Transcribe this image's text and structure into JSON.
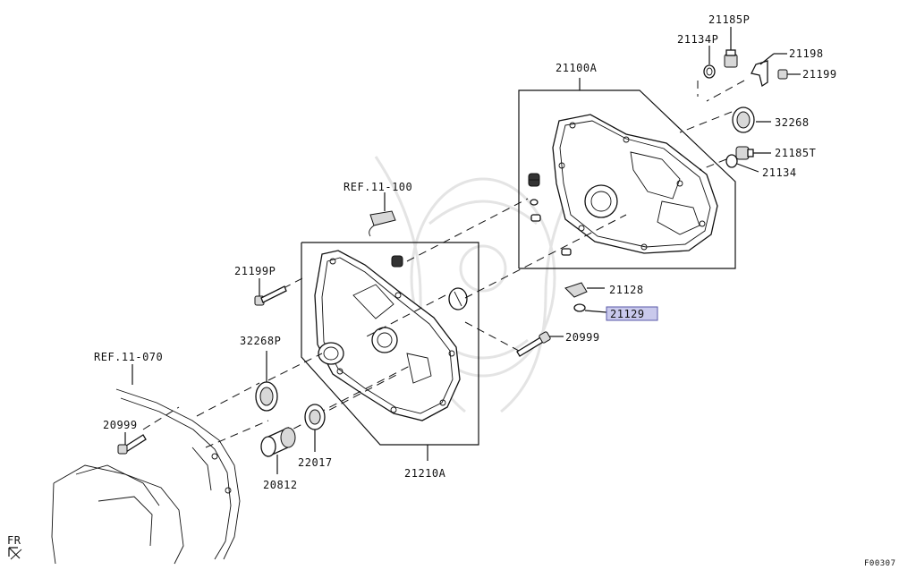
{
  "diagram": {
    "labels": {
      "p21185P": "21185P",
      "p21134P": "21134P",
      "p21198": "21198",
      "p21199": "21199",
      "p21100A": "21100A",
      "p32268": "32268",
      "p21185T": "21185T",
      "p21134": "21134",
      "ref11100": "REF.11-100",
      "p21199P": "21199P",
      "p21128": "21128",
      "p21129": "21129",
      "p20999_right": "20999",
      "ref11070": "REF.11-070",
      "p32268P": "32268P",
      "p20999_left": "20999",
      "p22017": "22017",
      "p20812": "20812",
      "p21210A": "21210A",
      "fr": "FR",
      "code": "F00307"
    },
    "highlight": {
      "part": "21129",
      "color": "#c9c9ec"
    },
    "icons": [
      "fr-arrow-icon",
      "watermark-emblem"
    ]
  }
}
